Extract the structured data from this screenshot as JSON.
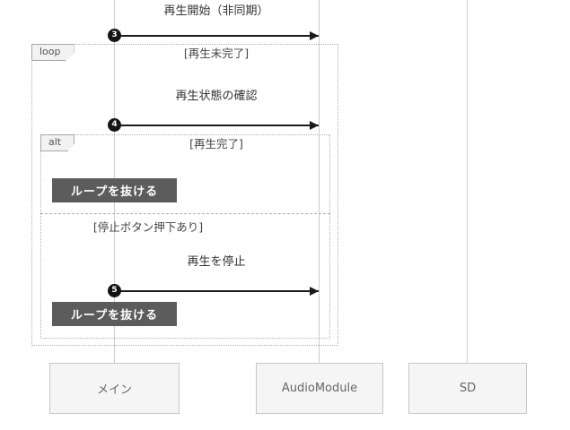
{
  "participants": [
    {
      "name": "メイン"
    },
    {
      "name": "AudioModule"
    },
    {
      "name": "SD"
    }
  ],
  "messages": [
    {
      "number": "3",
      "label": "再生開始（非同期）"
    },
    {
      "number": "4",
      "label": "再生状態の確認"
    },
    {
      "number": "5",
      "label": "再生を停止"
    }
  ],
  "fragments": {
    "loop": {
      "label": "loop",
      "guard": "[再生未完了]"
    },
    "alt": {
      "label": "alt",
      "guard_completed": "[再生完了]",
      "guard_stop": "[停止ボタン押下あり]"
    }
  },
  "breaks": {
    "first": "ループを抜ける",
    "second": "ループを抜ける"
  }
}
